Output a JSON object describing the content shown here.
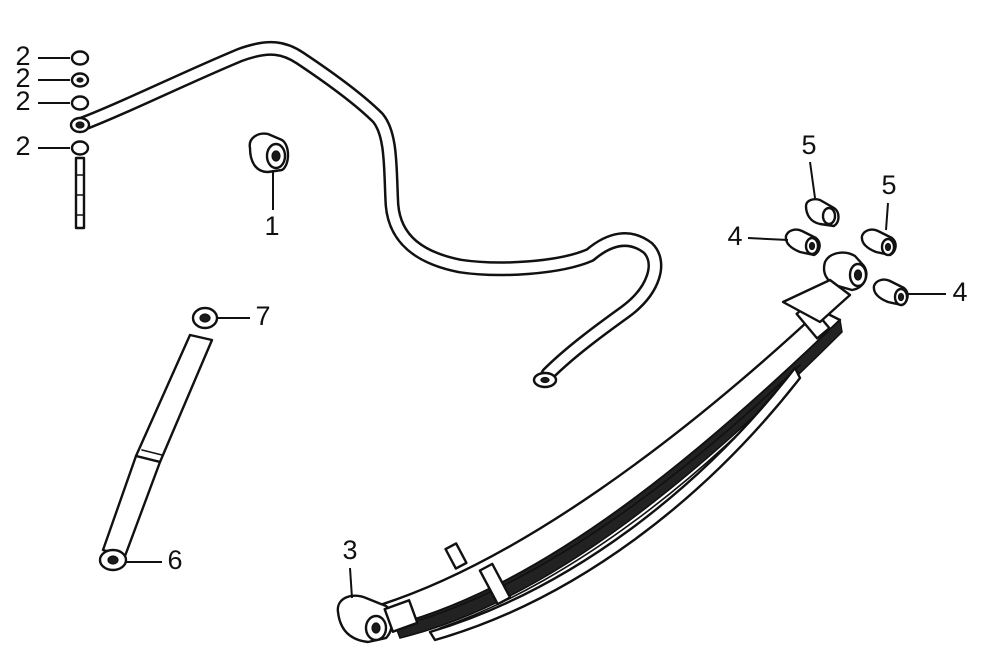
{
  "callouts": {
    "c2a": "2",
    "c2b": "2",
    "c2c": "2",
    "c2d": "2",
    "c1": "1",
    "c5a": "5",
    "c5b": "5",
    "c4a": "4",
    "c4b": "4",
    "c7": "7",
    "c6": "6",
    "c3": "3"
  },
  "colors": {
    "line": "#111111",
    "background": "#ffffff"
  }
}
